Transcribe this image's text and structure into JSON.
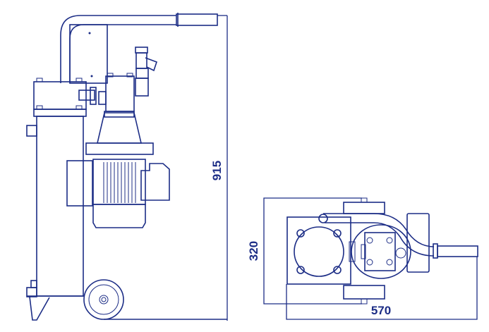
{
  "drawing": {
    "side_view": {
      "height_dimension": "915"
    },
    "top_view": {
      "width_dimension": "320",
      "length_dimension": "570"
    },
    "line_color": "#1c2d86"
  }
}
